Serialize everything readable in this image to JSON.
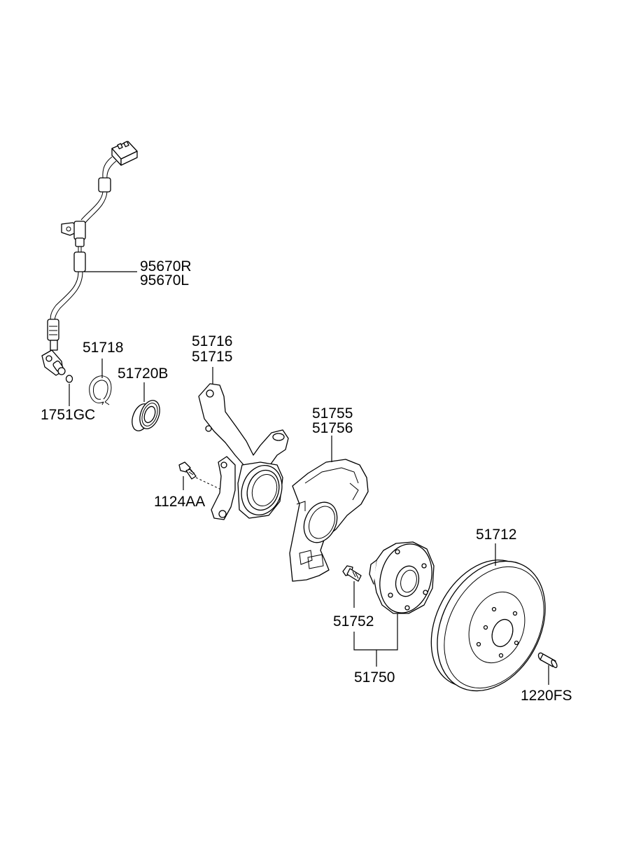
{
  "labels": {
    "sensor_r": "95670R",
    "sensor_l": "95670L",
    "snap_ring": "51718",
    "bearing": "51720B",
    "knuckle_1": "51716",
    "knuckle_2": "51715",
    "oring": "1751GC",
    "knuckle_bolt": "1124AA",
    "dust_cover_1": "51755",
    "dust_cover_2": "51756",
    "hub_bolt": "51752",
    "hub_assy": "51750",
    "disc": "51712",
    "disc_screw": "1220FS"
  }
}
